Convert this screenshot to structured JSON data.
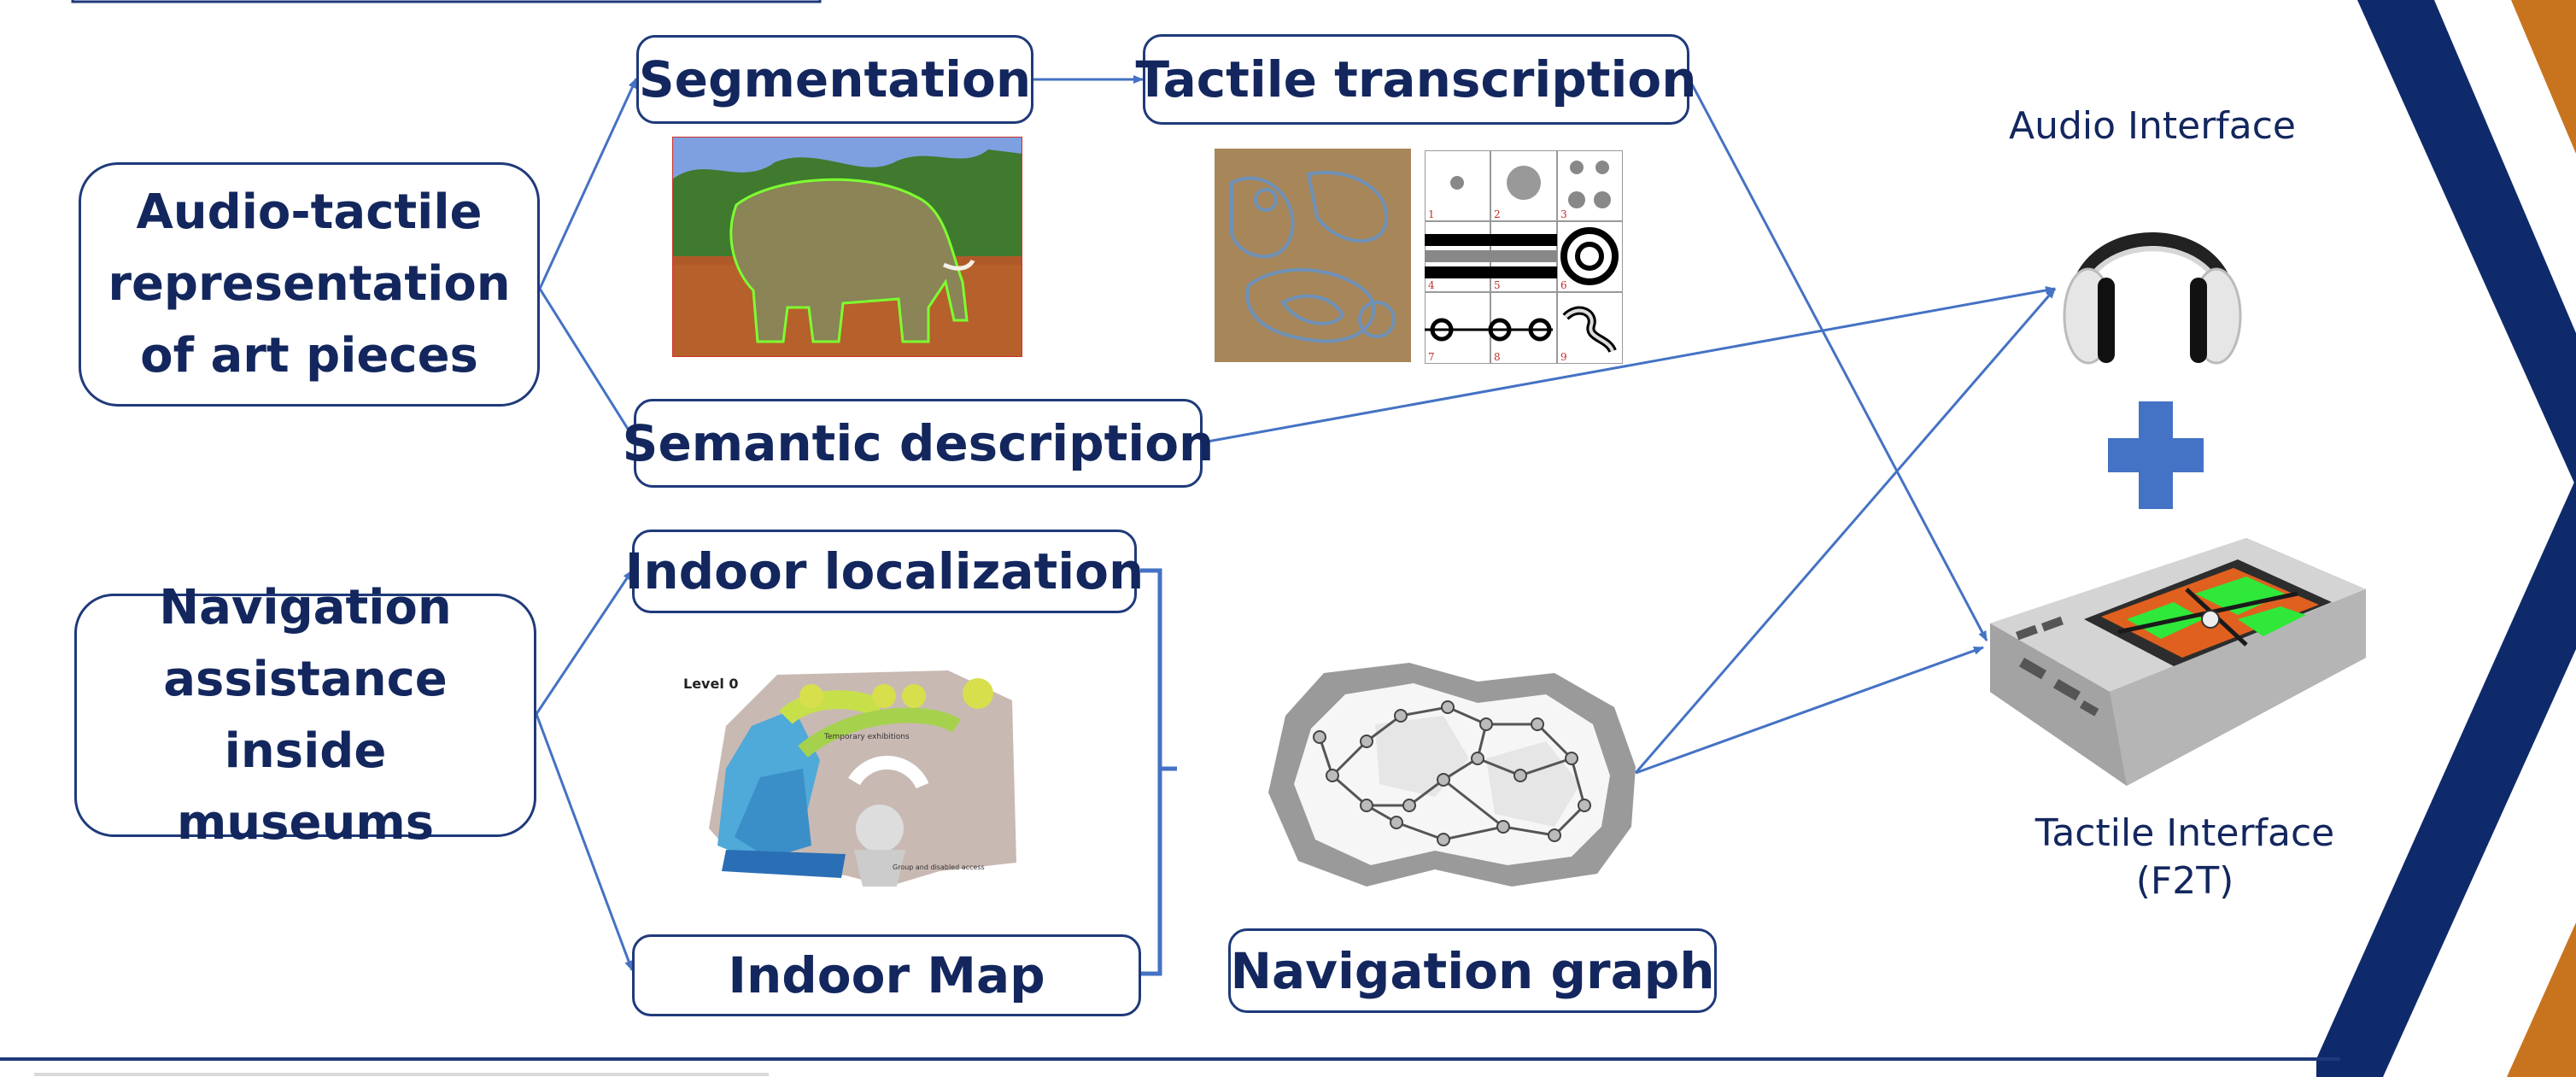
{
  "left_boxes": {
    "art": "Audio-tactile representation of art pieces",
    "nav": "Navigation assistance inside museums"
  },
  "steps": {
    "segmentation": "Segmentation",
    "tactile_transcription": "Tactile transcription",
    "semantic_description": "Semantic description",
    "indoor_localization": "Indoor localization",
    "indoor_map": "Indoor Map",
    "navigation_graph": "Navigation graph"
  },
  "interfaces": {
    "audio": "Audio Interface",
    "tactile": "Tactile Interface (F2T)"
  },
  "pattern_grid_numbers": [
    "1",
    "2",
    "3",
    "4",
    "5",
    "6",
    "7",
    "8",
    "9"
  ],
  "map_labels": {
    "level": "Level 0",
    "temporary": "Temporary exhibitions",
    "group": "Group and disabled access"
  },
  "colors": {
    "navy": "#13275e",
    "border": "#1f3a7a",
    "arrow": "#4472c4",
    "plus": "#4472c4"
  }
}
